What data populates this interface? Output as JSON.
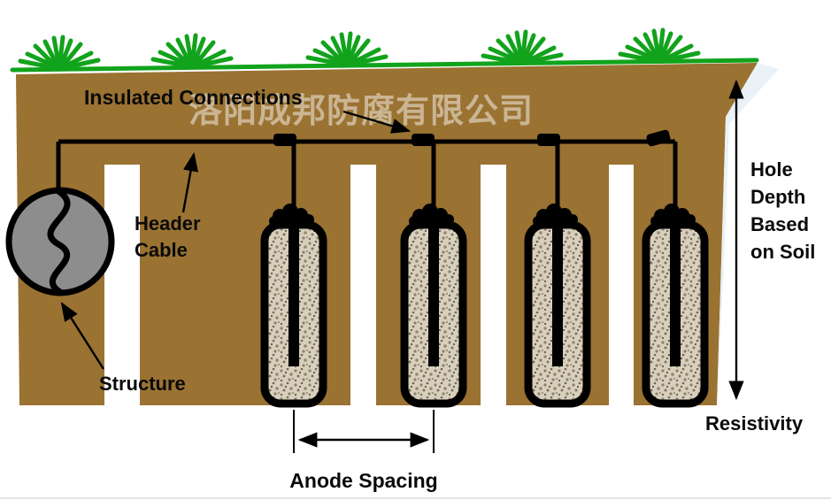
{
  "watermark_text": "洛阳成邦防腐有限公司",
  "labels": {
    "insulated_connections": "Insulated Connections",
    "header_cable_line1": "Header",
    "header_cable_line2": "Cable",
    "structure": "Structure",
    "anode_spacing": "Anode Spacing",
    "hole_depth_lines": [
      "Hole",
      "Depth",
      "Based",
      "on Soil"
    ],
    "resistivity": "Resistivity"
  },
  "colors": {
    "soil": "#9A7232",
    "grass": "#12A31C",
    "gravel_bg": "#D8CFBD",
    "structure_fill": "#8D8D8D",
    "line": "#000000",
    "background": "#FFFFFF"
  },
  "diagram": {
    "type": "cathodic-protection-groundbed",
    "anode_count": 4
  }
}
